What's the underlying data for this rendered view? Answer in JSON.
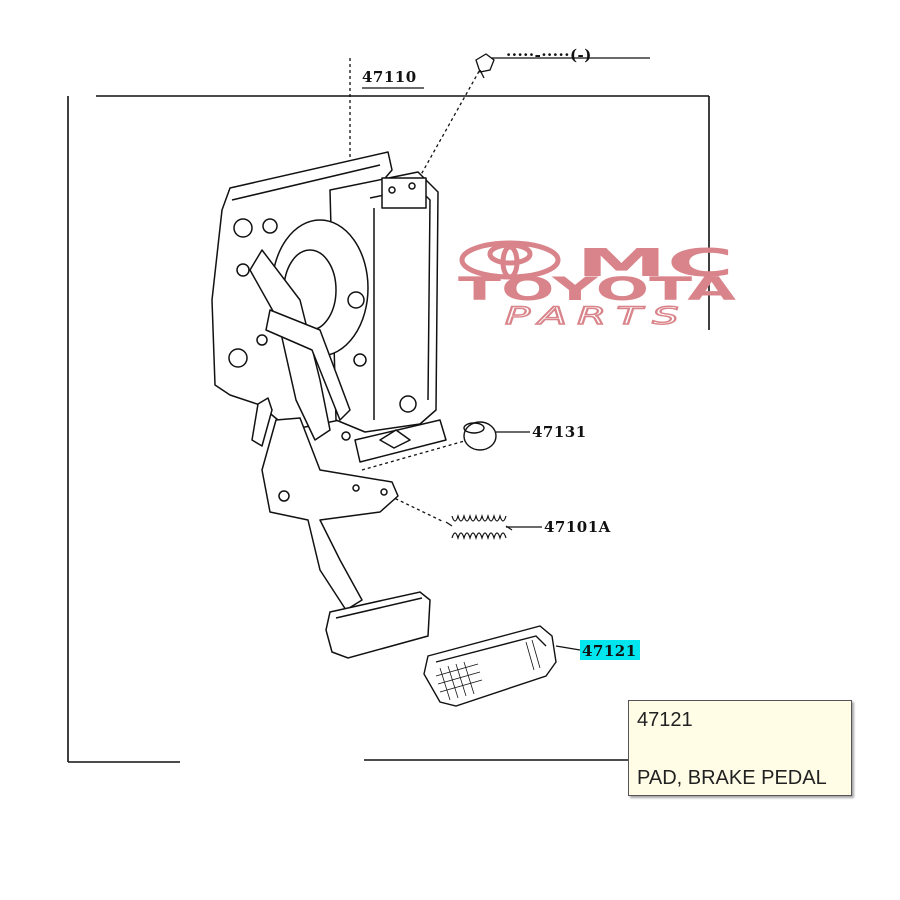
{
  "parts": {
    "p47110": "47110",
    "top_right_partial": "·····-·····(-)",
    "p47131": "47131",
    "p47101A": "47101A",
    "p47121": "47121"
  },
  "highlight_color": "#00e5ee",
  "watermark": {
    "line1": "MC",
    "line2": "TOYOTA",
    "line3": "PARTS",
    "color": "#d9848a"
  },
  "tooltip": {
    "part_number": "47121",
    "description": "PAD, BRAKE PEDAL"
  }
}
